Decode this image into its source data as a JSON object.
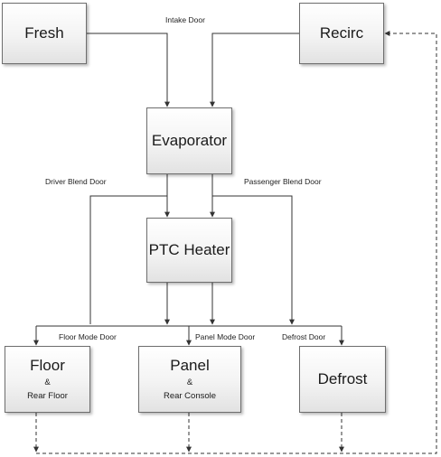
{
  "boxes": {
    "fresh": {
      "title": "Fresh"
    },
    "recirc": {
      "title": "Recirc"
    },
    "evaporator": {
      "title": "Evaporator"
    },
    "ptc_heater": {
      "title": "PTC Heater"
    },
    "floor": {
      "title": "Floor",
      "amp": "&",
      "sub": "Rear Floor"
    },
    "panel": {
      "title": "Panel",
      "amp": "&",
      "sub": "Rear Console"
    },
    "defrost": {
      "title": "Defrost"
    }
  },
  "doors": {
    "intake": "Intake Door",
    "driver_blend": "Driver Blend Door",
    "passenger_blend": "Passenger Blend Door",
    "floor_mode": "Floor Mode Door",
    "panel_mode": "Panel Mode Door",
    "defrost": "Defrost  Door"
  },
  "colors": {
    "line": "#333333",
    "box_border": "#6e6e6e"
  }
}
